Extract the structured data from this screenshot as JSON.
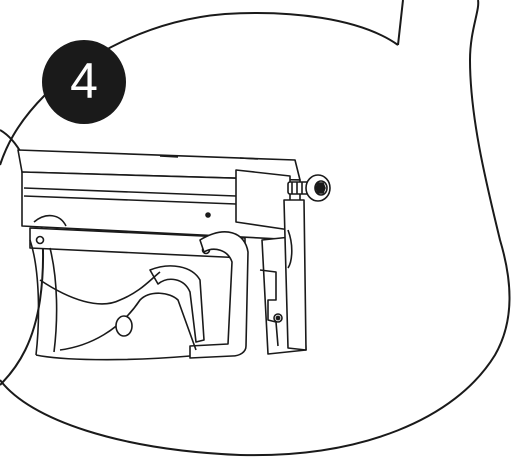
{
  "figure": {
    "step_number": "4",
    "colors": {
      "line": "#1a1a1a",
      "fill": "#ffffff",
      "badge": "#1a1a1a",
      "badge_text": "#ffffff"
    },
    "icons": [
      "detail-callout-bubble",
      "hex-socket-screw-icon",
      "release-lever"
    ]
  }
}
